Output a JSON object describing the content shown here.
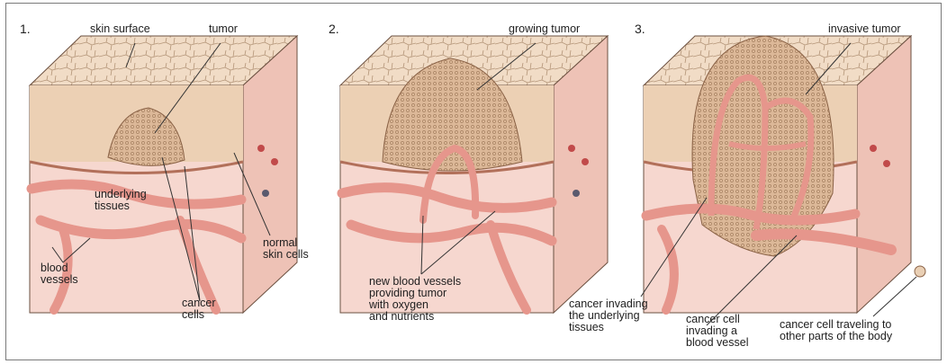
{
  "steps": [
    "1.",
    "2.",
    "3."
  ],
  "panel1": {
    "skin_surface": "skin surface",
    "tumor": "tumor",
    "underlying_tissues": "underlying\ntissues",
    "normal_skin_cells": "normal\nskin cells",
    "blood_vessels": "blood\nvessels",
    "cancer_cells": "cancer\ncells"
  },
  "panel2": {
    "growing_tumor": "growing tumor",
    "new_blood_vessels": "new blood vessels\nproviding tumor\nwith oxygen\nand nutrients"
  },
  "panel3": {
    "invasive_tumor": "invasive tumor",
    "cancer_invading_tissues": "cancer invading\nthe underlying\ntissues",
    "cancer_cell_invading_vessel": "cancer cell\ninvading a\nblood vessel",
    "cancer_cell_traveling": "cancer cell traveling to\nother parts of the body"
  },
  "colors": {
    "skin": "#f1dcc6",
    "skin_side": "#e6c3a4",
    "tissue": "#f6d7cf",
    "vessel": "#e6968c",
    "tumor": "#d8b296",
    "line": "#333333"
  }
}
